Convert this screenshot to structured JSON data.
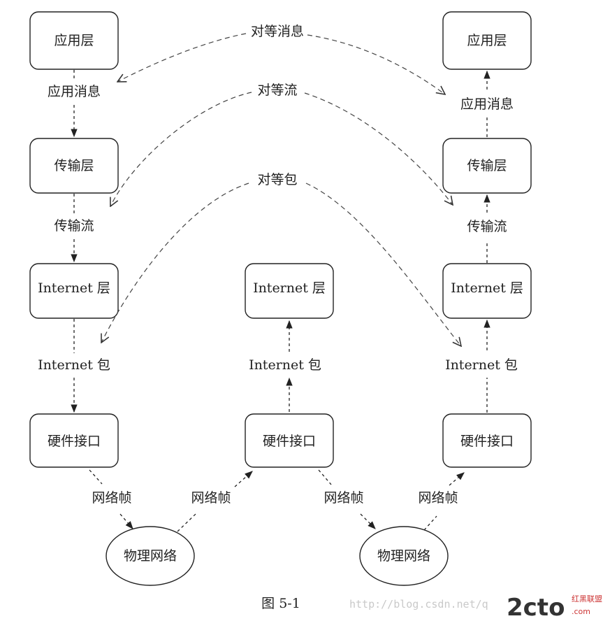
{
  "diagram": {
    "layers": {
      "application": "应用层",
      "transport": "传输层",
      "internet": "Internet 层",
      "hardware": "硬件接口"
    },
    "network": "物理网络",
    "messages": {
      "app_message": "应用消息",
      "transport_stream": "传输流",
      "internet_packet": "Internet 包",
      "frame": "网络帧"
    },
    "peer": {
      "message": "对等消息",
      "stream": "对等流",
      "packet": "对等包"
    },
    "caption": "图 5-1"
  },
  "watermark": {
    "url": "http://blog.csdn.net/q",
    "logo": "2cto",
    "logo_suffix": ".com",
    "logo_tag": "红黑联盟"
  }
}
